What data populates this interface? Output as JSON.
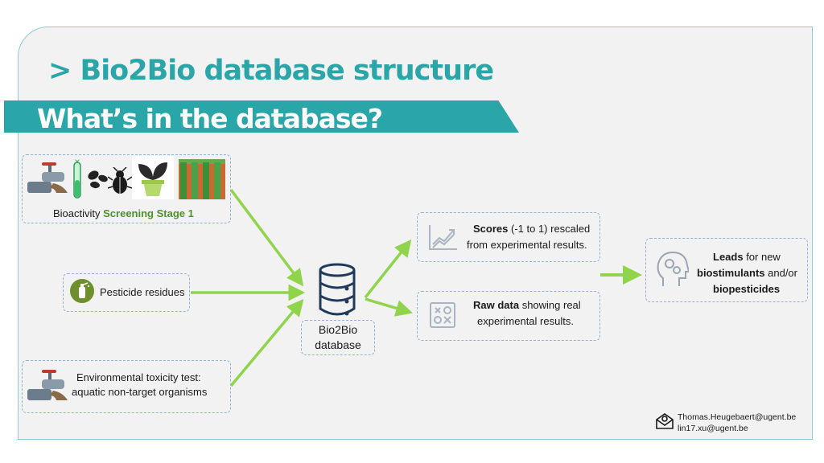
{
  "header": {
    "title": "> Bio2Bio database structure",
    "subtitle": "What’s in the database?"
  },
  "inputs": {
    "bioactivity": {
      "prefix": "Bioactivity ",
      "highlight": "Screening Stage 1"
    },
    "pesticide": {
      "label": "Pesticide residues"
    },
    "toxicity": {
      "line1": "Environmental toxicity test:",
      "line2": "aquatic non-target organisms"
    }
  },
  "database": {
    "line1": "Bio2Bio",
    "line2": "database"
  },
  "outputs": {
    "scores": {
      "bold": "Scores",
      "rest": " (-1 to 1) rescaled",
      "line2": "from experimental  results."
    },
    "raw": {
      "bold": "Raw data",
      "rest": " showing real",
      "line2": "experimental  results."
    }
  },
  "leads": {
    "bold1": "Leads",
    "rest1": " for new",
    "bold2": "biostimulants",
    "rest2": " and/or",
    "bold3": "biopesticides"
  },
  "contact": {
    "email1": "Thomas.Heugebaert@ugent.be",
    "email2": "lin17.xu@ugent.be"
  },
  "colors": {
    "teal": "#2aa6a9",
    "arrow_green": "#8fd44a",
    "dash_blue": "#8fb2d6",
    "text_green": "#4f8f2e"
  },
  "icons": [
    "faucet-icon",
    "test-tube-icon",
    "seeds-icon",
    "beetle-icon",
    "plant-pot-icon",
    "crop-field-icon",
    "pesticide-icon",
    "database-icon",
    "chart-icon",
    "data-icon",
    "head-gears-icon",
    "mail-icon"
  ]
}
